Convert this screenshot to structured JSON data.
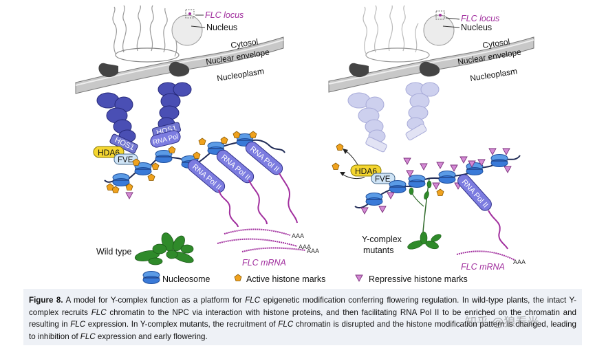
{
  "panels": {
    "wild_type": {
      "locus_label": "FLC locus",
      "nucleus_label": "Nucleus",
      "cytosol_label": "Cytosol",
      "envelope_label": "Nuclear envelope",
      "nucleoplasm_label": "Nucleoplasm",
      "hos1_labels": [
        "HOS1",
        "HOS1"
      ],
      "hda6_label": "HDA6",
      "fve_label": "FVE",
      "rna_pol_labels": [
        "RNA Pol II",
        "RNA Pol II",
        "RNA Pol II",
        "RNA Pol II"
      ],
      "mrna_label": "FLC mRNA",
      "poly_a": [
        "AAA",
        "AAA",
        "AAA"
      ],
      "plant_label": "Wild type"
    },
    "mutant": {
      "locus_label": "FLC locus",
      "nucleus_label": "Nucleus",
      "cytosol_label": "Cytosol",
      "envelope_label": "Nuclear envelope",
      "nucleoplasm_label": "Nucleoplasm",
      "hda6_label": "HDA6",
      "fve_label": "FVE",
      "rna_pol_label": "RNA Pol II",
      "mrna_label": "FLC mRNA",
      "poly_a": "AAA",
      "plant_label_line1": "Y-complex",
      "plant_label_line2": "mutants"
    }
  },
  "legend": {
    "nucleosome": "Nucleosome",
    "active": "Active histone marks",
    "repressive": "Repressive histone marks"
  },
  "caption": {
    "label": "Figure 8.",
    "s1": " A model for Y-complex function as a platform for ",
    "s2": " epigenetic modification conferring flowering regulation. In wild-type plants, the intact Y-complex recruits ",
    "s3": " chromatin to the NPC via interaction with histone proteins, and then facilitating RNA Pol II to be enriched on the chromatin and resulting in ",
    "s4": " expression. In Y-complex mutants, the recruitment of ",
    "s5": " chromatin is disrupted and the histone modification pattern is changed, leading to inhibition of ",
    "s6": " expression and early flowering.",
    "gene": "FLC"
  },
  "watermark": "知乎 @狼看光",
  "colors": {
    "complex_blue": "#4a4fb4",
    "complex_faded": "#c9cbea",
    "rnapol": "#6f6fd6",
    "nucleosome": "#2f6fd1",
    "active_mark": "#f0a21e",
    "repressive_mark": "#c060c0",
    "mrna": "#a12f9e",
    "hda6": "#f5d630",
    "fve": "#cfe4f6",
    "envelope": "#c8c8c8",
    "pore": "#444444",
    "dna": "#1f2a55",
    "plant": "#2f8a2a"
  }
}
